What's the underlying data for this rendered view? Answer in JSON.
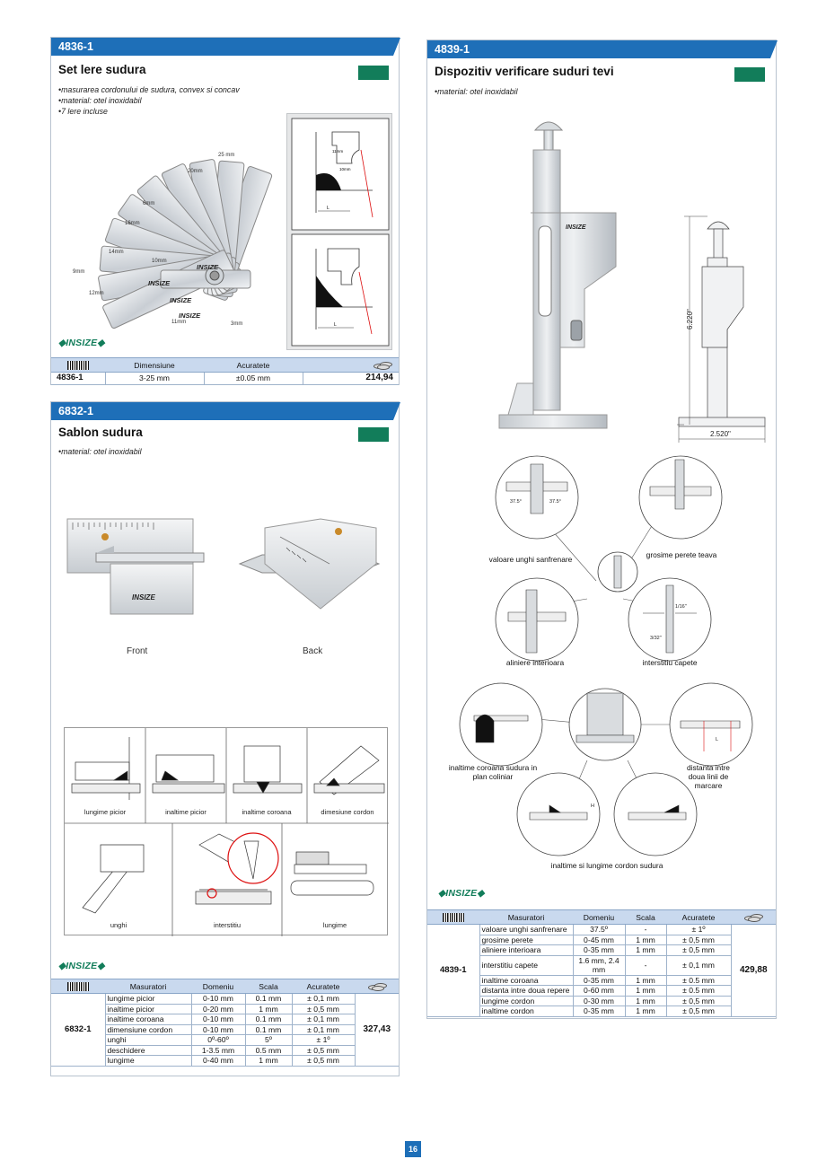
{
  "products": [
    {
      "code": "4836-1",
      "title": "Set lere sudura",
      "bullets": [
        "masurarea cordonului de sudura, convex si concav",
        "material: otel inoxidabil",
        "7 lere incluse"
      ],
      "brand": "INSIZE",
      "gauge_marks": [
        "11mm",
        "10mm",
        "9mm",
        "12mm",
        "14mm",
        "16mm",
        "20mm",
        "3mm",
        "25 mm",
        "6mm"
      ],
      "diagram_labels": [
        "11mm",
        "10mm",
        "L"
      ],
      "table": {
        "headers": [
          "Dimensiune",
          "Acuratete"
        ],
        "row": {
          "code": "4836-1",
          "dimensiune": "3-25 mm",
          "acuratete": "±0.05 mm",
          "price": "214,94"
        }
      }
    },
    {
      "code": "6832-1",
      "title": "Sablon sudura",
      "bullets": [
        "material: otel inoxidabil"
      ],
      "brand": "INSIZE",
      "photo_captions": [
        "Front",
        "Back"
      ],
      "usage_captions": [
        "lungime picior",
        "inaltime picior",
        "inaltime coroana",
        "dimesiune cordon",
        "unghi",
        "interstitiu",
        "lungime"
      ],
      "table": {
        "headers": [
          "Masuratori",
          "Domeniu",
          "Scala",
          "Acuratete"
        ],
        "code": "6832-1",
        "price": "327,43",
        "rows": [
          [
            "lungime picior",
            "0-10 mm",
            "0.1 mm",
            "± 0,1 mm"
          ],
          [
            "inaltime picior",
            "0-20 mm",
            "1 mm",
            "± 0,5 mm"
          ],
          [
            "inaltime coroana",
            "0-10 mm",
            "0.1 mm",
            "± 0,1 mm"
          ],
          [
            "dimensiune cordon",
            "0-10 mm",
            "0.1 mm",
            "± 0,1 mm"
          ],
          [
            "unghi",
            "0º-60º",
            "5º",
            "± 1º"
          ],
          [
            "deschidere",
            "1-3.5 mm",
            "0.5 mm",
            "± 0,5 mm"
          ],
          [
            "lungime",
            "0-40 mm",
            "1 mm",
            "± 0,5 mm"
          ]
        ]
      }
    },
    {
      "code": "4839-1",
      "title": "Dispozitiv verificare suduri tevi",
      "bullets": [
        "material: otel inoxidabil"
      ],
      "brand": "INSIZE",
      "dimensions": {
        "height": "6.220\"",
        "width": "2.520\""
      },
      "diagram_captions": [
        "valoare unghi sanfrenare",
        "grosime perete teava",
        "aliniere interioara",
        "interstitiu capete",
        "inaltime coroana sudura in plan coliniar",
        "distanta intre doua linii de marcare",
        "inaltime si lungime cordon sudura"
      ],
      "diagram_marks": [
        "37.5°",
        "37.5°",
        "1/16\"",
        "3/32\"",
        "L",
        "H"
      ],
      "table": {
        "headers": [
          "Masuratori",
          "Domeniu",
          "Scala",
          "Acuratete"
        ],
        "code": "4839-1",
        "price": "429,88",
        "rows": [
          [
            "valoare unghi sanfrenare",
            "37.5º",
            "-",
            "± 1º"
          ],
          [
            "grosime perete",
            "0-45 mm",
            "1 mm",
            "± 0,5 mm"
          ],
          [
            "aliniere interioara",
            "0-35 mm",
            "1 mm",
            "± 0,5 mm"
          ],
          [
            "interstitiu capete",
            "1.6 mm, 2.4 mm",
            "-",
            "± 0,1 mm"
          ],
          [
            "inaltime coroana",
            "0-35 mm",
            "1 mm",
            "± 0.5 mm"
          ],
          [
            "distanta intre doua repere",
            "0-60 mm",
            "1 mm",
            "± 0.5 mm"
          ],
          [
            "lungime cordon",
            "0-30 mm",
            "1 mm",
            "± 0,5 mm"
          ],
          [
            "inaltime cordon",
            "0-35 mm",
            "1 mm",
            "± 0,5 mm"
          ]
        ]
      }
    }
  ],
  "page_number": "16",
  "colors": {
    "header_blue": "#1e6fb8",
    "brand_green": "#127d5a",
    "table_header": "#c9d9ee"
  }
}
